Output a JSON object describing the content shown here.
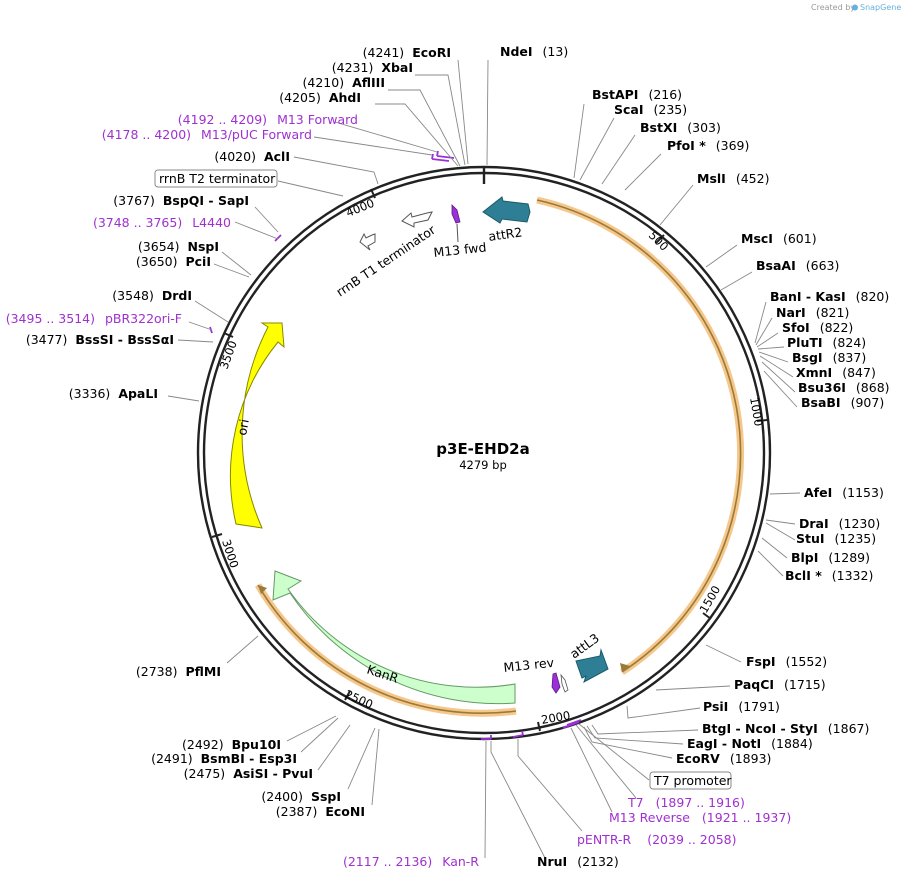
{
  "credit": {
    "prefix": "Created by",
    "brand": "SnapGene"
  },
  "plasmid": {
    "name": "p3E-EHD2a",
    "length_label": "4279 bp",
    "length": 4279
  },
  "ticks": [
    "500",
    "1000",
    "1500",
    "2000",
    "2500",
    "3000",
    "3500",
    "4000"
  ],
  "enzymes_right": [
    {
      "name": "NdeI",
      "pos": "(13)"
    },
    {
      "name": "BstAPI",
      "pos": "(216)"
    },
    {
      "name": "ScaI",
      "pos": "(235)"
    },
    {
      "name": "BstXI",
      "pos": "(303)"
    },
    {
      "name": "PfoI *",
      "pos": "(369)"
    },
    {
      "name": "MslI",
      "pos": "(452)"
    },
    {
      "name": "MscI",
      "pos": "(601)"
    },
    {
      "name": "BsaAI",
      "pos": "(663)"
    },
    {
      "name": "BanI - KasI",
      "pos": "(820)"
    },
    {
      "name": "NarI",
      "pos": "(821)"
    },
    {
      "name": "SfoI",
      "pos": "(822)"
    },
    {
      "name": "PluTI",
      "pos": "(824)"
    },
    {
      "name": "BsgI",
      "pos": "(837)"
    },
    {
      "name": "XmnI",
      "pos": "(847)"
    },
    {
      "name": "Bsu36I",
      "pos": "(868)"
    },
    {
      "name": "BsaBI",
      "pos": "(907)"
    },
    {
      "name": "AfeI",
      "pos": "(1153)"
    },
    {
      "name": "DraI",
      "pos": "(1230)"
    },
    {
      "name": "StuI",
      "pos": "(1235)"
    },
    {
      "name": "BlpI",
      "pos": "(1289)"
    },
    {
      "name": "BclI *",
      "pos": "(1332)"
    },
    {
      "name": "FspI",
      "pos": "(1552)"
    },
    {
      "name": "PaqCI",
      "pos": "(1715)"
    },
    {
      "name": "PsiI",
      "pos": "(1791)"
    },
    {
      "name": "BtgI - NcoI - StyI",
      "pos": "(1867)"
    },
    {
      "name": "EagI - NotI",
      "pos": "(1884)"
    },
    {
      "name": "EcoRV",
      "pos": "(1893)"
    },
    {
      "name": "NruI",
      "pos": "(2132)"
    }
  ],
  "enzymes_left": [
    {
      "name": "EcoRI",
      "pos": "(4241)"
    },
    {
      "name": "XbaI",
      "pos": "(4231)"
    },
    {
      "name": "AflIII",
      "pos": "(4210)"
    },
    {
      "name": "AhdI",
      "pos": "(4205)"
    },
    {
      "name": "AclI",
      "pos": "(4020)"
    },
    {
      "name": "BspQI - SapI",
      "pos": "(3767)"
    },
    {
      "name": "NspI",
      "pos": "(3654)"
    },
    {
      "name": "PciI",
      "pos": "(3650)"
    },
    {
      "name": "DrdI",
      "pos": "(3548)"
    },
    {
      "name": "BssSI - BssSαI",
      "pos": "(3477)"
    },
    {
      "name": "ApaLI",
      "pos": "(3336)"
    },
    {
      "name": "PflMI",
      "pos": "(2738)"
    },
    {
      "name": "Bpu10I",
      "pos": "(2492)"
    },
    {
      "name": "BsmBI - Esp3I",
      "pos": "(2491)"
    },
    {
      "name": "AsiSI - PvuI",
      "pos": "(2475)"
    },
    {
      "name": "SspI",
      "pos": "(2400)"
    },
    {
      "name": "EcoNI",
      "pos": "(2387)"
    }
  ],
  "primers": [
    {
      "name": "M13 Forward",
      "range": "(4192 .. 4209)"
    },
    {
      "name": "M13/pUC Forward",
      "range": "(4178 .. 4200)"
    },
    {
      "name": "L4440",
      "range": "(3748 .. 3765)"
    },
    {
      "name": "pBR322ori-F",
      "range": "(3495 .. 3514)"
    },
    {
      "name": "Kan-R",
      "range": "(2117 .. 2136)"
    },
    {
      "name": "pENTR-R",
      "range": "(2039 .. 2058)"
    },
    {
      "name": "M13 Reverse",
      "range": "(1921 .. 1937)"
    },
    {
      "name": "T7",
      "range": "(1897 .. 1916)"
    }
  ],
  "boxed_features": [
    "rrnB T2 terminator",
    "T7 promoter"
  ],
  "features": [
    "attR2",
    "M13 fwd",
    "rrnB T1 terminator",
    "ori",
    "KanR",
    "M13 rev",
    "attL3"
  ],
  "colors": {
    "backbone": "#222222",
    "attsite": "#2e7f95",
    "ori": "#ffff00",
    "kanr": "#ccffcc",
    "orf_highlight": "#f5c78a",
    "primer": "#9b30d9",
    "primer_text": "#a030d0",
    "terminator": "#ffffff"
  }
}
